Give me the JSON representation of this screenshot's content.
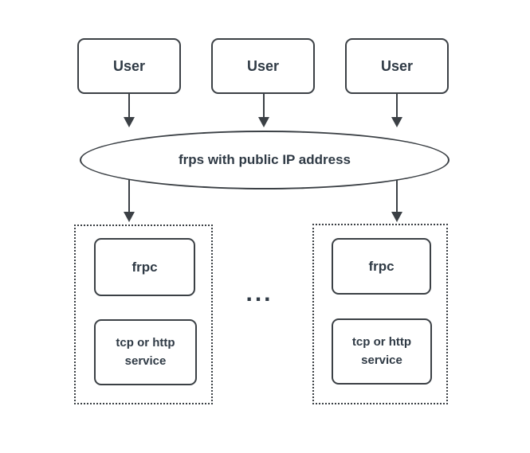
{
  "diagram": {
    "title_semantic": "frp reverse proxy architecture",
    "users": [
      {
        "label": "User"
      },
      {
        "label": "User"
      },
      {
        "label": "User"
      }
    ],
    "server": {
      "label": "frps with public IP address"
    },
    "clients": [
      {
        "frpc_label": "frpc",
        "service_label": "tcp or http service"
      },
      {
        "frpc_label": "frpc",
        "service_label": "tcp or http service"
      }
    ],
    "ellipsis": "...",
    "colors": {
      "stroke": "#3b4045",
      "text": "#2f3a45",
      "background": "#ffffff"
    }
  }
}
